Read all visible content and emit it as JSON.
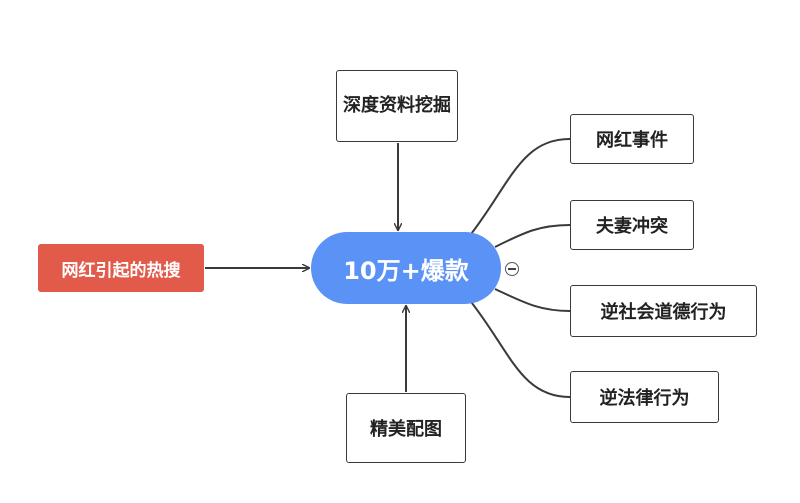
{
  "center": {
    "label": "10万+爆款"
  },
  "top": {
    "label": "深度资料挖掘"
  },
  "bottom": {
    "label": "精美配图"
  },
  "left": {
    "label": "网红引起的热搜"
  },
  "right_branches": [
    {
      "label": "网红事件"
    },
    {
      "label": "夫妻冲突"
    },
    {
      "label": "逆社会道德行为"
    },
    {
      "label": "逆法律行为"
    }
  ],
  "colors": {
    "center_fill": "#5b92f5",
    "left_fill": "#e25b4a",
    "line": "#3a3a3a"
  },
  "icons": {
    "collapse": "minus-circle-icon"
  }
}
